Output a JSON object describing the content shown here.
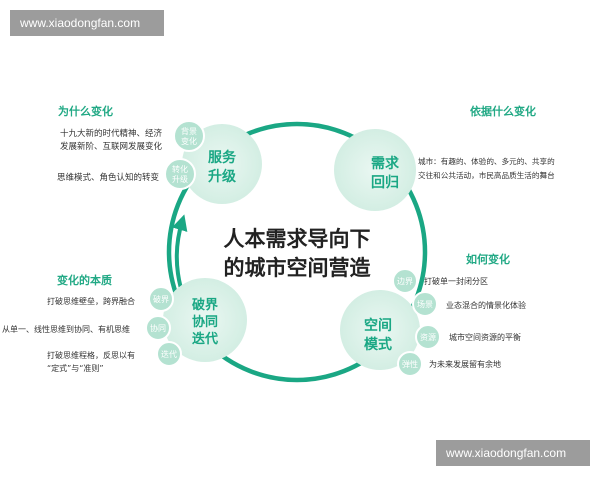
{
  "watermark_top": "www.xiaodongfan.com",
  "watermark_bottom": "www.xiaodongfan.com",
  "center": {
    "line1": "人本需求导向下",
    "line2": "的城市空间营造"
  },
  "top_left": {
    "title": "为什么变化",
    "texts": [
      "十九大新的时代精神、经济",
      "发展新阶、互联网发展变化",
      "思维模式、角色认知的转变"
    ],
    "tag1": [
      "背景",
      "变化"
    ],
    "tag2": [
      "转化",
      "升级"
    ],
    "hub": [
      "服务",
      "升级"
    ]
  },
  "top_right": {
    "title": "依据什么变化",
    "hub": [
      "需求",
      "回归"
    ],
    "texts": [
      "城市：有趣的、体验的、多元的、共享的",
      "交往和公共活动，市民高品质生活的舞台"
    ]
  },
  "bottom_left": {
    "title": "变化的本质",
    "hub": [
      "破界",
      "协同",
      "迭代"
    ],
    "tags": [
      "破界",
      "协同",
      "迭代"
    ],
    "texts": [
      "打破思维壁垒，跨界融合",
      "从单一、线性思维到协同、有机思维",
      "打破思维程格，反思以有",
      "“定式”与“准则”"
    ]
  },
  "bottom_right": {
    "title": "如何变化",
    "hub": [
      "空间",
      "模式"
    ],
    "tags": [
      "边界",
      "场景",
      "资源",
      "弹性"
    ],
    "texts": [
      "打破单一封闭分区",
      "业态混合的情景化体验",
      "城市空间资源的平衡",
      "为未来发展留有余地"
    ]
  },
  "colors": {
    "accent": "#1aa784",
    "title": "#22a985",
    "hub_fill": "#e6f5ef",
    "tag_fill": "#b4e2d1",
    "tag_text": "#ffffff",
    "text": "#333333",
    "center_text": "#222222",
    "watermark_bg": "#9c9c9c"
  }
}
